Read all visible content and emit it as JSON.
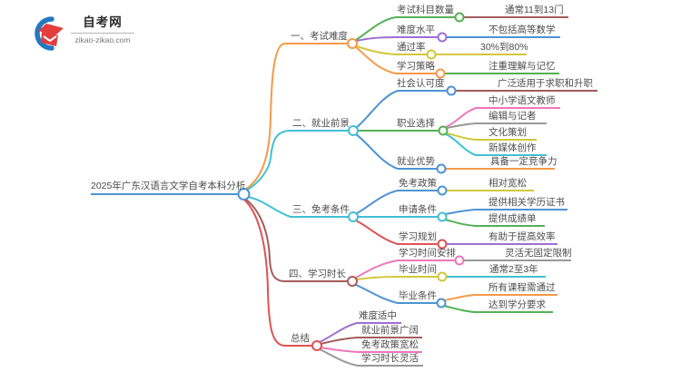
{
  "logo": {
    "site_name": "自考网",
    "site_url": "zikao-zikao.com"
  },
  "map": {
    "central": "2025年广东汉语言文学自考本科分析",
    "branches": [
      {
        "label": "一、考试难度",
        "children": [
          {
            "label": "考试科目数量",
            "leaves": [
              "通常11到13门"
            ]
          },
          {
            "label": "难度水平",
            "leaves": [
              "不包括高等数学"
            ]
          },
          {
            "label": "通过率",
            "leaves": [
              "30%到80%"
            ]
          },
          {
            "label": "学习策略",
            "leaves": [
              "注重理解与记忆"
            ]
          }
        ]
      },
      {
        "label": "二、就业前景",
        "children": [
          {
            "label": "社会认可度",
            "leaves": [
              "广泛适用于求职和升职"
            ]
          },
          {
            "label": "职业选择",
            "leaves": [
              "中小学语文教师",
              "编辑与记者",
              "文化策划",
              "新媒体创作"
            ]
          },
          {
            "label": "就业优势",
            "leaves": [
              "具备一定竞争力"
            ]
          }
        ]
      },
      {
        "label": "三、免考条件",
        "children": [
          {
            "label": "免考政策",
            "leaves": [
              "相对宽松"
            ]
          },
          {
            "label": "申请条件",
            "leaves": [
              "提供相关学历证书",
              "提供成绩单"
            ]
          },
          {
            "label": "学习规划",
            "leaves": [
              "有助于提高效率"
            ]
          }
        ]
      },
      {
        "label": "四、学习时长",
        "children": [
          {
            "label": "学习时间安排",
            "leaves": [
              "灵活无固定限制"
            ]
          },
          {
            "label": "毕业时间",
            "leaves": [
              "通常2至3年"
            ]
          },
          {
            "label": "毕业条件",
            "leaves": [
              "所有课程需通过",
              "达到学分要求"
            ]
          }
        ]
      },
      {
        "label": "总结",
        "leaves": [
          "难度适中",
          "就业前景广阔",
          "免考政策宽松",
          "学习时长灵活"
        ]
      }
    ]
  },
  "palette": {
    "blue": "#4e93d4",
    "cyan": "#41c0d5",
    "orange": "#f59a47",
    "green": "#55b055",
    "purple": "#9e6fd2",
    "yellow": "#d2c73c",
    "maroon": "#a55c5c",
    "red": "#e05252",
    "pink": "#ee77bb",
    "gray": "#999999",
    "text": "#4d4d4d",
    "logo_blue": "#2478c0",
    "logo_red": "#e23d3d"
  }
}
